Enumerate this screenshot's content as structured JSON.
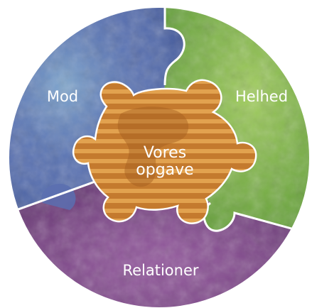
{
  "diagram": {
    "segments": [
      {
        "id": "mod",
        "label": "Mod",
        "color": "#5a6fb0"
      },
      {
        "id": "helhed",
        "label": "Helhed",
        "color": "#7db843"
      },
      {
        "id": "relationer",
        "label": "Relationer",
        "color": "#7a3d86"
      }
    ],
    "center": {
      "line1": "Vores",
      "line2": "opgave",
      "color": "#c47a2e",
      "stripe_color": "#e2a24f"
    }
  }
}
